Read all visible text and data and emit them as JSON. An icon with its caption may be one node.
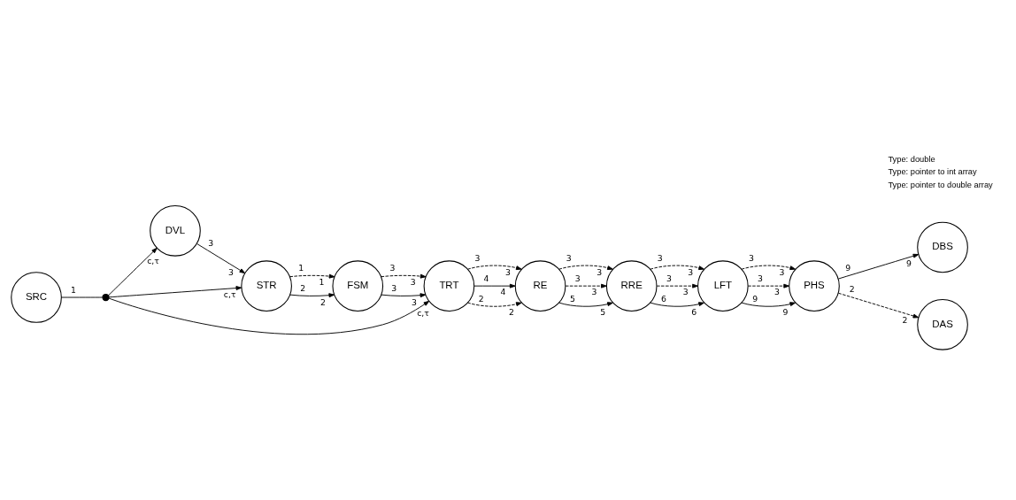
{
  "diagram": {
    "nodes": [
      {
        "text": [
          "SRC"
        ]
      },
      {
        "text": [],
        "shape": "dot"
      },
      {
        "text": [
          "DVL"
        ]
      },
      {
        "text": [
          "STR"
        ]
      },
      {
        "text": [
          "FSM"
        ]
      },
      {
        "text": [
          "TRT"
        ]
      },
      {
        "text": [
          "RE"
        ]
      },
      {
        "text": [
          "RRE"
        ]
      },
      {
        "text": [
          "LFT"
        ]
      },
      {
        "text": [
          "PHS"
        ]
      },
      {
        "text": [
          "DBS"
        ]
      },
      {
        "text": [
          "DAS"
        ]
      }
    ],
    "edges": [
      {
        "from": 0,
        "to": 1,
        "arrow": "none"
      },
      {
        "from": 1,
        "to": 2,
        "arrow": "to"
      },
      {
        "from": 1,
        "to": 3,
        "arrow": "to"
      },
      {
        "from": 1,
        "to": 5,
        "arrow": "to"
      },
      {
        "from": 2,
        "to": 3,
        "arrow": "to"
      },
      {
        "from": 3,
        "to": 4,
        "arrow": "to"
      },
      {
        "from": 3,
        "to": 4,
        "arrow": "to",
        "style": "dashed"
      },
      {
        "from": 4,
        "to": 5,
        "arrow": "to"
      },
      {
        "from": 4,
        "to": 5,
        "arrow": "to",
        "style": "dashed"
      },
      {
        "from": 5,
        "to": 6,
        "arrow": "to",
        "style": "dashed"
      },
      {
        "from": 5,
        "to": 6,
        "arrow": "to"
      },
      {
        "from": 5,
        "to": 6,
        "arrow": "to",
        "style": "dashed"
      },
      {
        "from": 6,
        "to": 7,
        "arrow": "to"
      },
      {
        "from": 6,
        "to": 7,
        "arrow": "to",
        "style": "dashed"
      },
      {
        "from": 6,
        "to": 7,
        "arrow": "to",
        "style": "dashed"
      },
      {
        "from": 7,
        "to": 8,
        "arrow": "to"
      },
      {
        "from": 7,
        "to": 8,
        "arrow": "to",
        "style": "dashed"
      },
      {
        "from": 7,
        "to": 8,
        "arrow": "to",
        "style": "dashed"
      },
      {
        "from": 8,
        "to": 9,
        "arrow": "to"
      },
      {
        "from": 8,
        "to": 9,
        "arrow": "to",
        "style": "dashed"
      },
      {
        "from": 8,
        "to": 9,
        "arrow": "to",
        "style": "dashed"
      },
      {
        "from": 9,
        "to": 10,
        "arrow": "to"
      },
      {
        "from": 9,
        "to": 11,
        "arrow": "to",
        "style": "dashed"
      }
    ],
    "labels": [
      "1",
      "c,τ",
      "c,τ",
      "c,τ",
      "3",
      "3",
      "2",
      "2",
      "1",
      "1",
      "3",
      "3",
      "3",
      "3",
      "2",
      "2",
      "4",
      "4",
      "3",
      "3",
      "5",
      "5",
      "3",
      "3",
      "3",
      "3",
      "6",
      "6",
      "3",
      "3",
      "3",
      "3",
      "9",
      "9",
      "3",
      "3",
      "3",
      "3",
      "9",
      "9",
      "2",
      "2"
    ],
    "legend": [
      {
        "text": "Type: double"
      },
      {
        "text": "Type: pointer to int array"
      },
      {
        "text": "Type: pointer to double array"
      }
    ]
  }
}
